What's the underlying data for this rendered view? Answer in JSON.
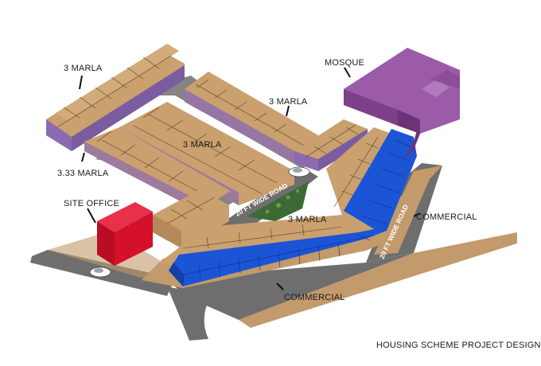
{
  "labels": {
    "marla_nw": "3 MARLA",
    "marla_ne": "3 MARLA",
    "marla_center": "3 MARLA",
    "marla_333": "3.33 MARLA",
    "marla_south": "3 MARLA",
    "site_office": "SITE OFFICE",
    "mosque": "MOSQUE",
    "commercial_east": "COMMERCIAL",
    "commercial_south": "COMMERCIAL",
    "road_west": "20 FT WIDE ROAD",
    "road_east": "20 FT WIDE ROAD",
    "caption": "HOUSING SCHEME PROJECT DESIGN"
  },
  "colors": {
    "road": "#6e6e6e",
    "plot": "#c29a6b",
    "roof": "#c9a06e",
    "wall": "#8a6bb0",
    "blue": "#1b55d6",
    "mosque": "#9b5ba8",
    "office": "#d4102b",
    "park": "#3c6a34"
  },
  "icons": [
    "car-icon-west",
    "car-icon-north"
  ]
}
